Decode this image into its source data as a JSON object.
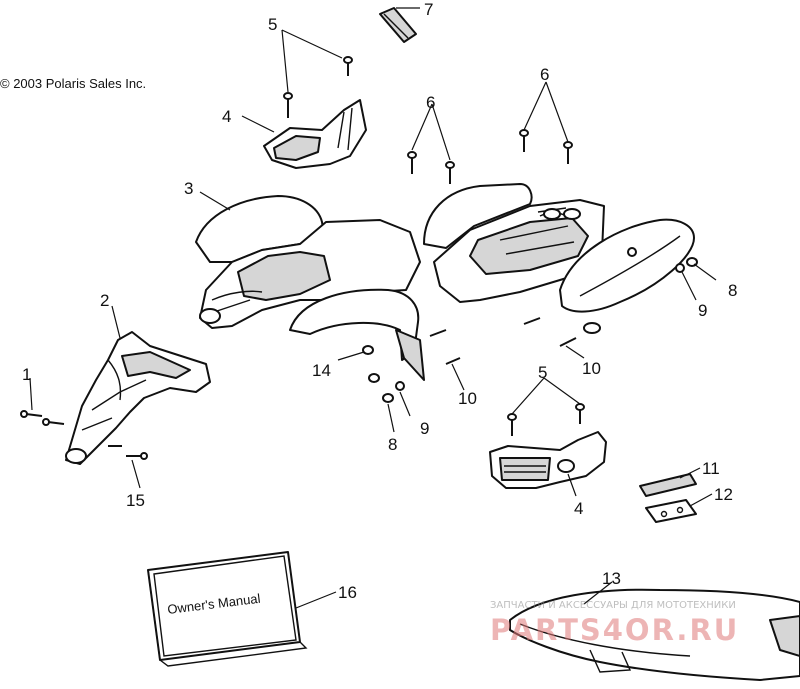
{
  "copyright": "© 2003 Polaris Sales Inc.",
  "manual_title": "Owner's Manual",
  "callouts": {
    "c1": "1",
    "c2": "2",
    "c3": "3",
    "c4a": "4",
    "c4b": "4",
    "c5a": "5",
    "c5b": "5",
    "c6a": "6",
    "c6b": "6",
    "c7": "7",
    "c8a": "8",
    "c8b": "8",
    "c9a": "9",
    "c9b": "9",
    "c10a": "10",
    "c10b": "10",
    "c11": "11",
    "c12": "12",
    "c13": "13",
    "c14": "14",
    "c15": "15",
    "c16": "16"
  },
  "watermark": {
    "tagline": "ЗАПЧАСТИ И АКСЕССУАРЫ ДЛЯ МОТОТЕХНИКИ",
    "brand": "PARTS4OR.RU"
  }
}
